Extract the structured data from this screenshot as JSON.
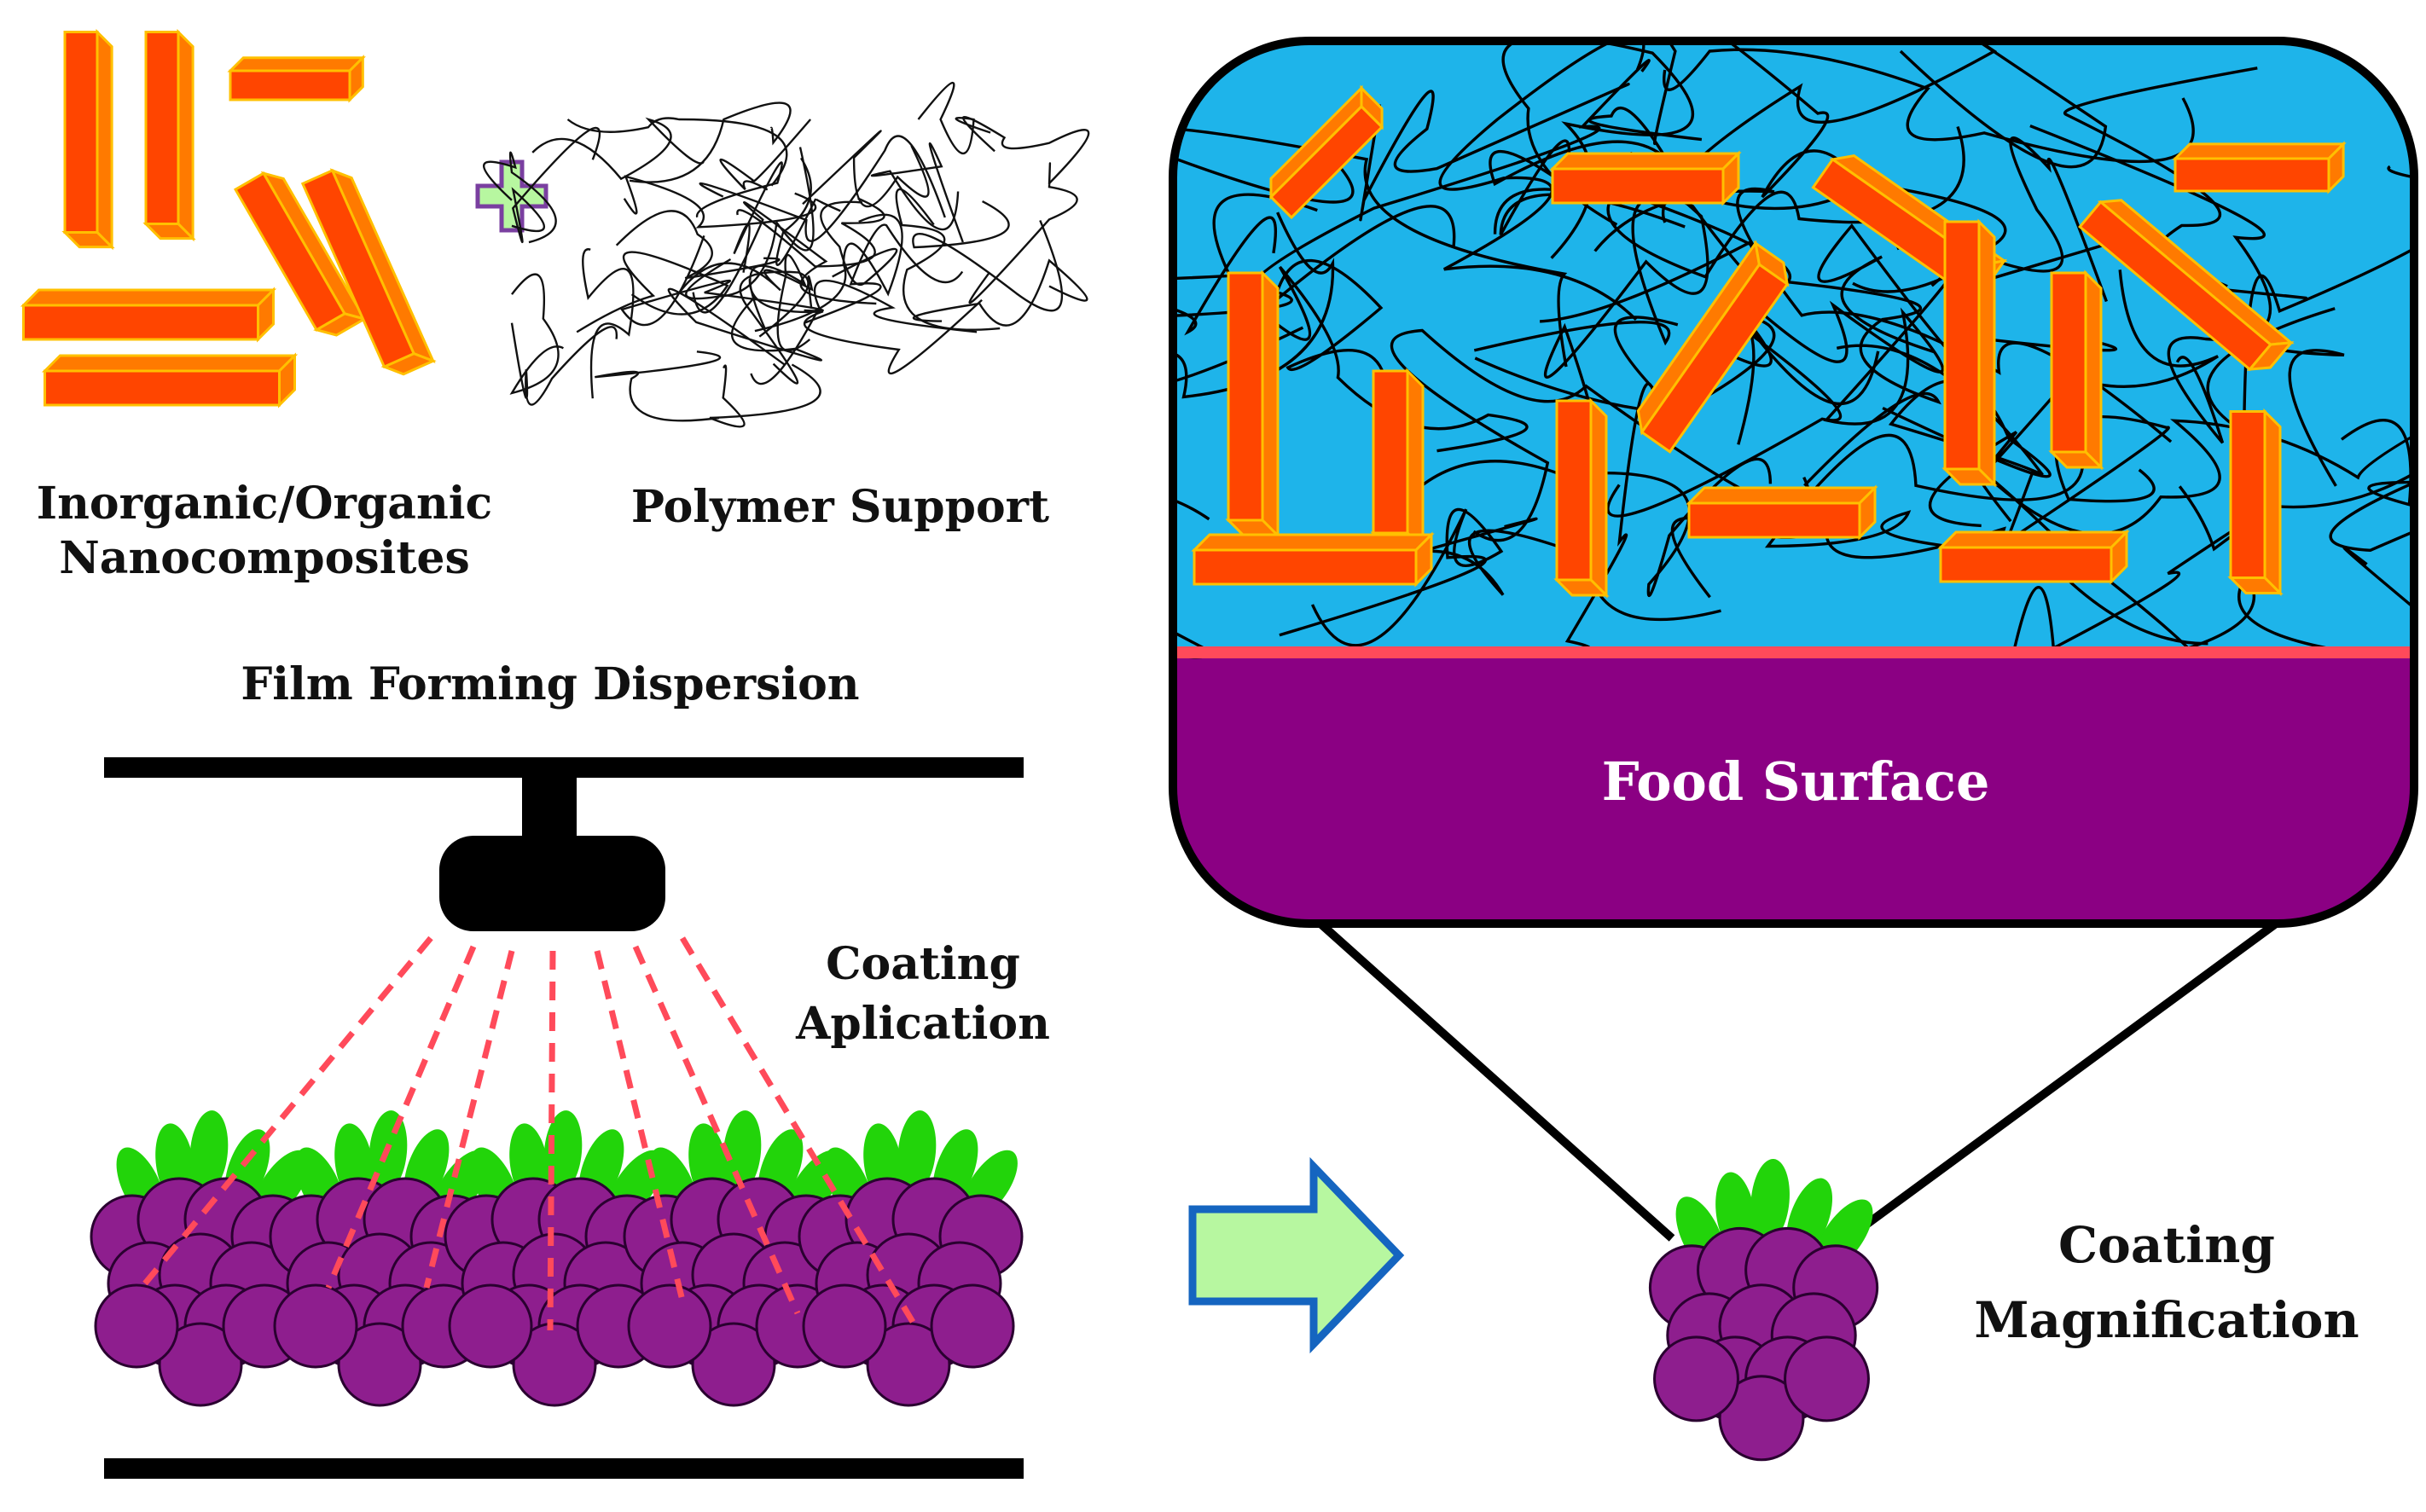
{
  "labels": {
    "nanocomposites_line1": "Inorganic/Organic",
    "nanocomposites_line2": "Nanocomposites",
    "polymer_support": "Polymer Support",
    "film_forming": "Film Forming Dispersion",
    "coating_application_line1": "Coating",
    "coating_application_line2": "Aplication",
    "food_surface": "Food Surface",
    "coating_magnification_line1": "Coating",
    "coating_magnification_line2": "Magnification"
  },
  "colors": {
    "nanorod_fill": "#FF4500",
    "nanorod_side": "#FF7A00",
    "nanorod_edge": "#FFC000",
    "coating_blue": "#1EB4EA",
    "food_purple": "#8B0083",
    "interface_line": "#FF4A5A",
    "plus_green": "#B7F7A0",
    "plus_outline": "#7A3FA0",
    "leaf_green": "#22D40A",
    "berry_purple": "#8E1E8E",
    "spray_red": "#FF4A5A",
    "arrow_fill": "#B7F7A0",
    "arrow_outline": "#1565C0"
  }
}
